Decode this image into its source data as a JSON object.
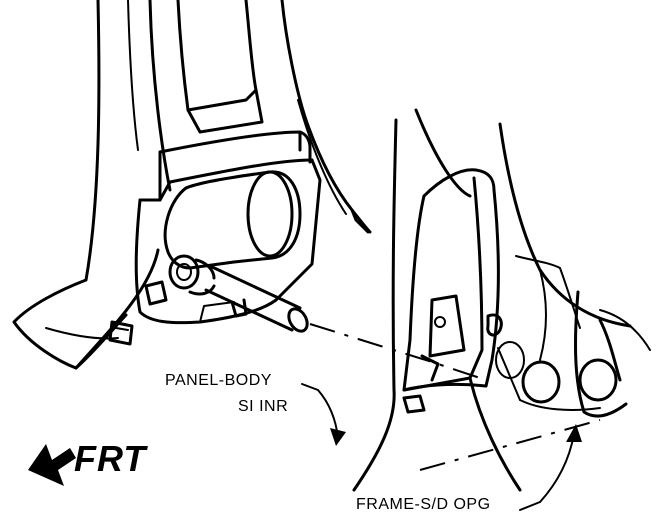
{
  "labels": {
    "panel_body_line1": "PANEL-BODY",
    "panel_body_line2": "SI INR",
    "frame_sd_opg": "FRAME-S/D OPG",
    "frt": "FRT"
  },
  "colors": {
    "ink": "#000000",
    "paper": "#ffffff"
  },
  "icons": {
    "direction_arrow": "arrow-left-down-icon"
  }
}
